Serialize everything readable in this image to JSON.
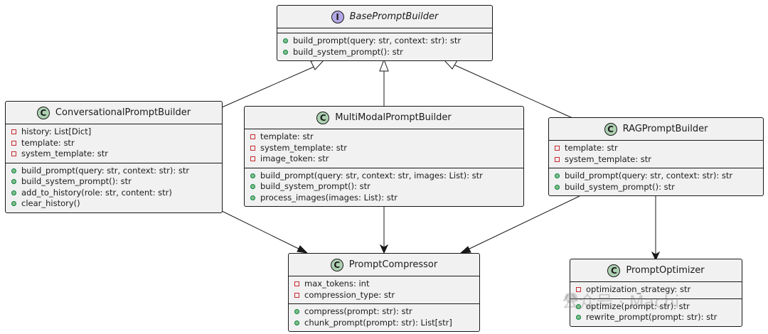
{
  "diagram": {
    "classes": [
      {
        "id": "base",
        "badge": "I",
        "name": "BasePromptBuilder",
        "attributes": [],
        "methods": [
          "build_prompt(query: str, context: str): str",
          "build_system_prompt(): str"
        ]
      },
      {
        "id": "conv",
        "badge": "C",
        "name": "ConversationalPromptBuilder",
        "attributes": [
          "history: List[Dict]",
          "template: str",
          "system_template: str"
        ],
        "methods": [
          "build_prompt(query: str, context: str): str",
          "build_system_prompt(): str",
          "add_to_history(role: str, content: str)",
          "clear_history()"
        ]
      },
      {
        "id": "multi",
        "badge": "C",
        "name": "MultiModalPromptBuilder",
        "attributes": [
          "template: str",
          "system_template: str",
          "image_token: str"
        ],
        "methods": [
          "build_prompt(query: str, context: str, images: List): str",
          "build_system_prompt(): str",
          "process_images(images: List): str"
        ]
      },
      {
        "id": "rag",
        "badge": "C",
        "name": "RAGPromptBuilder",
        "attributes": [
          "template: str",
          "system_template: str"
        ],
        "methods": [
          "build_prompt(query: str, context: str): str",
          "build_system_prompt(): str"
        ]
      },
      {
        "id": "comp",
        "badge": "C",
        "name": "PromptCompressor",
        "attributes": [
          "max_tokens: int",
          "compression_type: str"
        ],
        "methods": [
          "compress(prompt: str): str",
          "chunk_prompt(prompt: str): List[str]"
        ]
      },
      {
        "id": "opt",
        "badge": "C",
        "name": "PromptOptimizer",
        "attributes": [
          "optimization_strategy: str"
        ],
        "methods": [
          "optimize(prompt: str): str",
          "rewrite_prompt(prompt: str): str"
        ]
      }
    ],
    "watermark": "公众号 · Machi"
  }
}
